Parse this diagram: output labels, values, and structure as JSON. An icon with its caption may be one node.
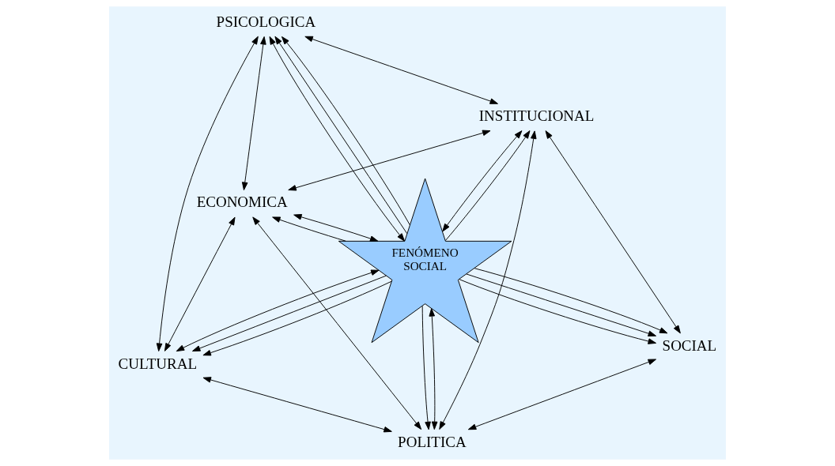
{
  "diagram": {
    "nodes": [
      {
        "text": [
          "CULTURAL"
        ]
      },
      {
        "text": [
          "ECONOMICA"
        ]
      },
      {
        "text": [
          "POLITICA"
        ]
      },
      {
        "text": [
          "FENÓMENO SOCIAL"
        ]
      },
      {
        "text": [
          "SOCIAL"
        ]
      },
      {
        "text": [
          "PSICOLOGICA"
        ]
      },
      {
        "text": [
          "INSTITUCIONAL"
        ]
      }
    ],
    "edges": [
      {
        "from": 1,
        "to": 0,
        "arrow": "both"
      },
      {
        "from": 0,
        "to": 2,
        "arrow": "both"
      },
      {
        "from": 0,
        "to": 3,
        "arrow": "both"
      },
      {
        "from": 1,
        "to": 5,
        "arrow": "both"
      },
      {
        "from": 2,
        "to": 4,
        "arrow": "both"
      },
      {
        "from": 3,
        "to": 6,
        "arrow": "both"
      },
      {
        "from": 5,
        "to": 6,
        "arrow": "both"
      },
      {
        "from": 1,
        "to": 6,
        "arrow": "both"
      },
      {
        "from": 5,
        "to": 0,
        "arrow": "both"
      },
      {
        "from": 1,
        "to": 2,
        "arrow": "both"
      },
      {
        "from": 2,
        "to": 6,
        "arrow": "both"
      },
      {
        "from": 4,
        "to": 6,
        "arrow": "both"
      },
      {
        "from": 3,
        "to": 0,
        "arrow": "to"
      },
      {
        "from": 3,
        "to": 0,
        "arrow": "to"
      },
      {
        "from": 3,
        "to": 1,
        "arrow": "to"
      },
      {
        "from": 3,
        "to": 1,
        "arrow": "both"
      },
      {
        "from": 3,
        "to": 5,
        "arrow": "both"
      },
      {
        "from": 3,
        "to": 5,
        "arrow": "to"
      },
      {
        "from": 3,
        "to": 5,
        "arrow": "to"
      },
      {
        "from": 3,
        "to": 6,
        "arrow": "to"
      },
      {
        "from": 3,
        "to": 2,
        "arrow": "both"
      },
      {
        "from": 3,
        "to": 2,
        "arrow": "to"
      },
      {
        "from": 3,
        "to": 4,
        "arrow": "to"
      },
      {
        "from": 3,
        "to": 4,
        "arrow": "to"
      },
      {
        "from": 3,
        "to": 4,
        "arrow": "to"
      }
    ]
  }
}
